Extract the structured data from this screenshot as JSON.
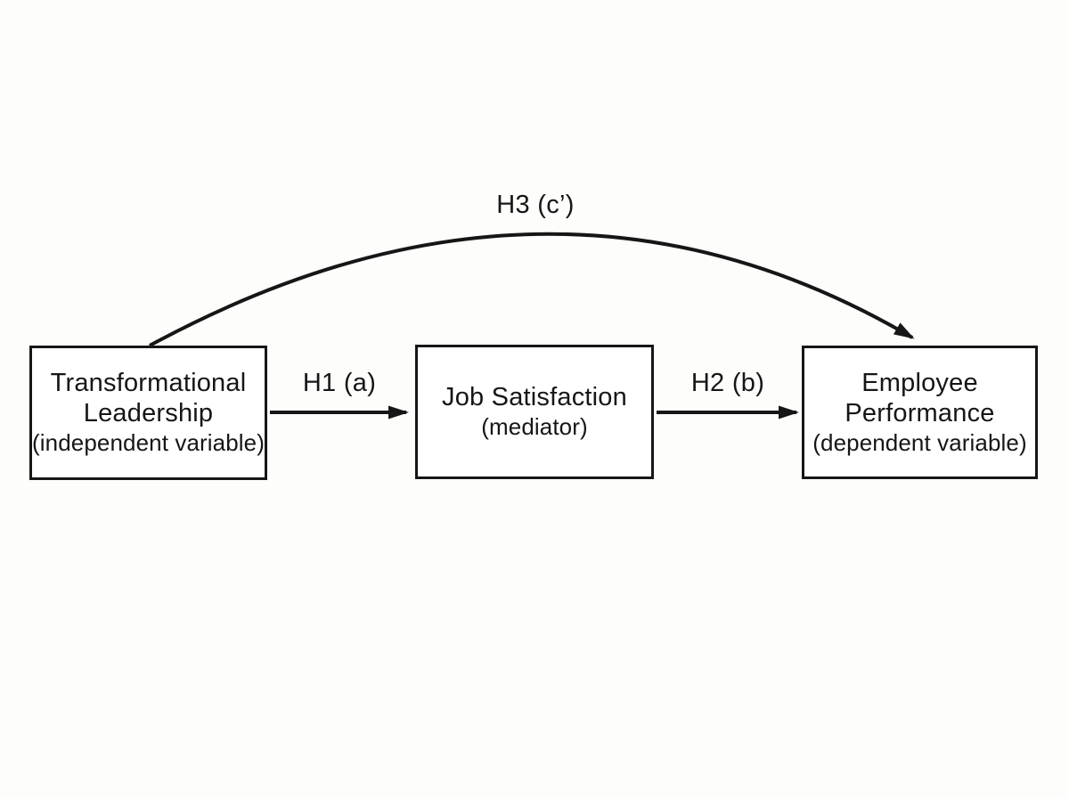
{
  "colors": {
    "ink": "#161616",
    "paper": "#fdfdfc",
    "box-fill": "#ffffff"
  },
  "diagram": {
    "type": "mediation-model",
    "boxes": [
      {
        "id": "independent",
        "line1": "Transformational",
        "line2": "Leadership",
        "subtitle": "(independent variable)"
      },
      {
        "id": "mediator",
        "line1": "Job Satisfaction",
        "line2": "",
        "subtitle": "(mediator)"
      },
      {
        "id": "dependent",
        "line1": "Employee",
        "line2": "Performance",
        "subtitle": "(dependent variable)"
      }
    ],
    "edges": [
      {
        "id": "h1",
        "label": "H1 (a)",
        "from": "independent",
        "to": "mediator",
        "shape": "straight"
      },
      {
        "id": "h2",
        "label": "H2 (b)",
        "from": "mediator",
        "to": "dependent",
        "shape": "straight"
      },
      {
        "id": "h3",
        "label": "H3 (c’)",
        "from": "independent",
        "to": "dependent",
        "shape": "curved"
      }
    ]
  }
}
